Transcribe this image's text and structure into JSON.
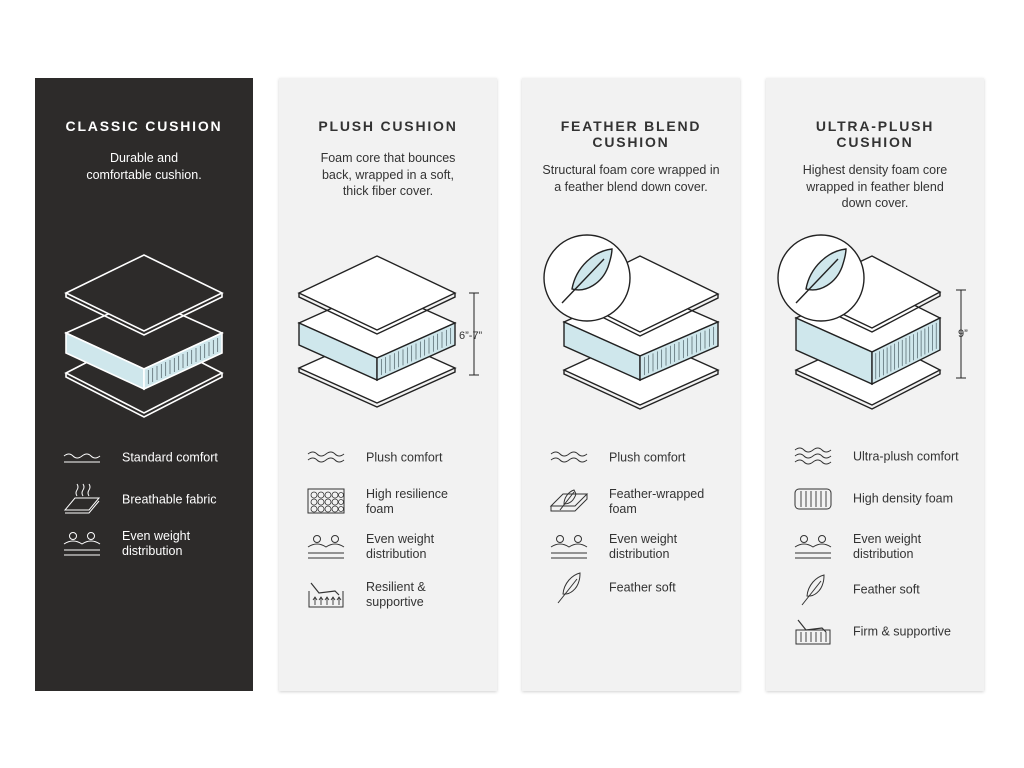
{
  "colors": {
    "dark_card": "#2d2b2a",
    "light_card": "#f2f2f2",
    "foam": "#cfe7ec",
    "line": "#222222"
  },
  "cards": [
    {
      "title": "CLASSIC CUSHION",
      "description": "Durable and\ncomfortable cushion.",
      "features": [
        {
          "label": "Standard comfort",
          "icon": "wave-lines-icon"
        },
        {
          "label": "Breathable fabric",
          "icon": "breathable-fabric-icon"
        },
        {
          "label": "Even weight\ndistribution",
          "icon": "weight-distribution-icon"
        }
      ]
    },
    {
      "title": "PLUSH CUSHION",
      "description": "Foam core that bounces\nback, wrapped in a soft,\nthick fiber cover.",
      "height": "6”-7”",
      "features": [
        {
          "label": "Plush comfort",
          "icon": "wave-lines-icon"
        },
        {
          "label": "High resilience\nfoam",
          "icon": "foam-cells-icon"
        },
        {
          "label": "Even weight\ndistribution",
          "icon": "weight-distribution-icon"
        },
        {
          "label": "Resilient &\nsupportive",
          "icon": "resilient-support-icon"
        }
      ]
    },
    {
      "title": "FEATHER BLEND\nCUSHION",
      "description": "Structural foam core wrapped in\na feather blend down cover.",
      "features": [
        {
          "label": "Plush comfort",
          "icon": "wave-lines-icon"
        },
        {
          "label": "Feather-wrapped\nfoam",
          "icon": "feather-wrapped-foam-icon"
        },
        {
          "label": "Even weight\ndistribution",
          "icon": "weight-distribution-icon"
        },
        {
          "label": "Feather soft",
          "icon": "feather-icon"
        }
      ]
    },
    {
      "title": "ULTRA-PLUSH\nCUSHION",
      "description": "Highest density foam core\nwrapped in feather blend\ndown cover.",
      "height": "9”",
      "features": [
        {
          "label": "Ultra-plush comfort",
          "icon": "wave-lines-icon"
        },
        {
          "label": "High density foam",
          "icon": "dense-foam-icon"
        },
        {
          "label": "Even weight\ndistribution",
          "icon": "weight-distribution-icon"
        },
        {
          "label": "Feather soft",
          "icon": "feather-icon"
        },
        {
          "label": "Firm & supportive",
          "icon": "firm-support-icon"
        }
      ]
    }
  ]
}
